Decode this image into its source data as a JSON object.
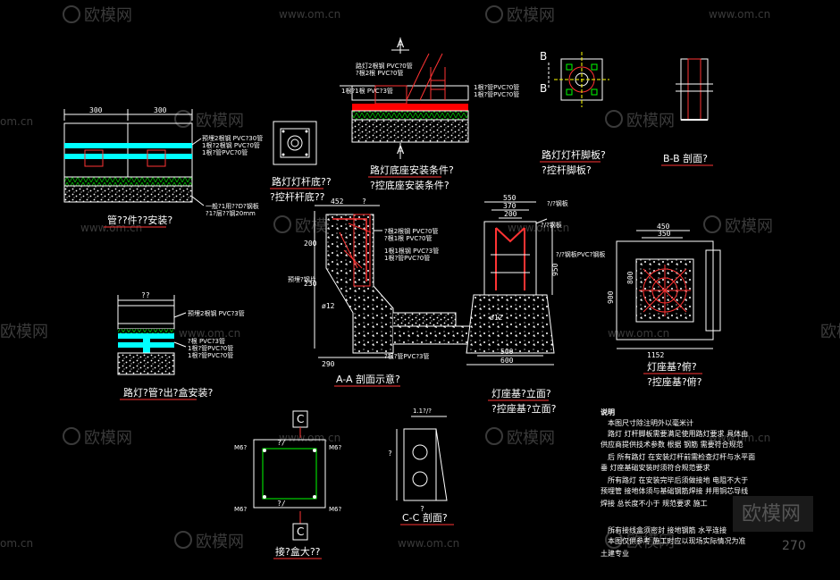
{
  "watermark": {
    "brand": "欧模网",
    "url": "www.om.cn",
    "url_short": "om.cn",
    "id_fragment": "270"
  },
  "views": {
    "conduit_burial": {
      "title": "管??件??安装?",
      "dims": [
        "300",
        "300"
      ],
      "labels": [
        "预埋2根钢 PVC?30管",
        "1根?2根钢 PVC?0管",
        "1根?管PVC?0管",
        "一般?1用??D?钢板",
        "?1?层??钢20mm"
      ]
    },
    "junction_install": {
      "title": "路灯?管?出?盒安装?",
      "dims": [
        "??"
      ],
      "labels": [
        "预埋2根钢 PVC?3管",
        "?根 PVC?3管",
        "1根?管PVC?0管",
        "1根?管PVC?0管"
      ]
    },
    "pole_base": {
      "title_1": "路灯灯杆底??",
      "title_2": "?控杆杆底??"
    },
    "base_install": {
      "title_1": "路灯底座安装条件?",
      "title_2": "?控底座安装条件?",
      "section": "A",
      "labels": [
        "路灯2根钢 PVC?0管",
        "?根2根 PVC?0管",
        "1根?1根 PVC?3管",
        "1根?管PVC?0管",
        "1根?管PVC?0管"
      ]
    },
    "pole_footplate": {
      "title_1": "路灯灯杆脚板?",
      "title_2": "?控杆脚板?",
      "section_marks": [
        "B",
        "B"
      ]
    },
    "section_bb": {
      "title": "B-B 剖面?"
    },
    "section_aa": {
      "title": "A-A 剖面示意?",
      "dims": [
        "452",
        "?",
        "200",
        "230",
        "290",
        "ø12"
      ],
      "labels": [
        "?根2根钢 PVC?0管",
        "?根1根 PVC?0管",
        "1根1根钢 PVC?3管",
        "1根?管PVC?0管",
        "?根?管PVC?3管",
        "预埋?钢片"
      ]
    },
    "lamp_base_elevation": {
      "title_1": "灯座基?立面?",
      "title_2": "?控座基?立面?",
      "dims": [
        "550",
        "370",
        "200",
        "ø12",
        "500",
        "600",
        "950"
      ],
      "labels": [
        "?/?钢板",
        "?/?钢板",
        "?/?钢板PVC?钢板"
      ]
    },
    "lamp_base_plan": {
      "title_1": "灯座基?俯?",
      "title_2": "?控座基?俯?",
      "dims": [
        "450",
        "350",
        "900",
        "800",
        "1152"
      ]
    },
    "junction_box": {
      "title": "接?盒大??",
      "section": "C",
      "dims": [
        "?/",
        "?/"
      ],
      "labels": [
        "M6?",
        "M6?",
        "M6?",
        "M6?"
      ]
    },
    "section_cc": {
      "title": "C-C 剖面?",
      "dims": [
        "1.1?/?",
        "?",
        "?"
      ]
    },
    "notes": {
      "heading": "说明",
      "lines": [
        "本图尺寸除注明外以毫米计",
        "路灯 灯杆脚板需要满足使用路灯要求 具体由",
        "供应商提供技术参数 根据 钢筋 需要符合规范",
        "后 所有路灯 在安装灯杆前需检查灯杆与水平面",
        "垂 灯座基础安装时须符合规范要求",
        "所有路灯 在安装完毕后须做接地 电阻不大于",
        "预埋管 接地体须与基础钢筋焊接 并用铜芯导线",
        "焊接 总长度不小于 规范要求 施工",
        "所有接线盒须密封 接地钢筋 水平连接",
        "本图仅供参考 施工时应以现场实际情况为准",
        "土建专业"
      ]
    }
  }
}
